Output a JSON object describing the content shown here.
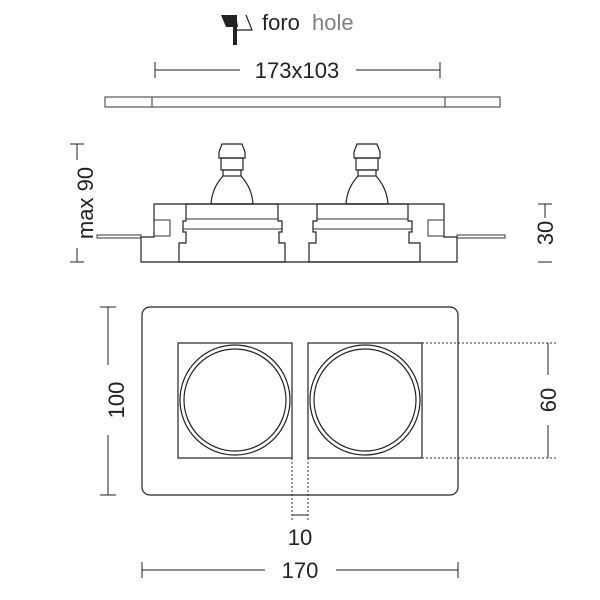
{
  "header": {
    "label_it": "foro",
    "label_en": "hole",
    "icon": "ceiling-hole-icon"
  },
  "dimensions": {
    "hole": "173x103",
    "max_height": "max 90",
    "recess": "30",
    "height": "100",
    "square": "60",
    "gap": "10",
    "width": "170"
  },
  "colors": {
    "line": "#222222",
    "secondary_text": "#808080"
  }
}
